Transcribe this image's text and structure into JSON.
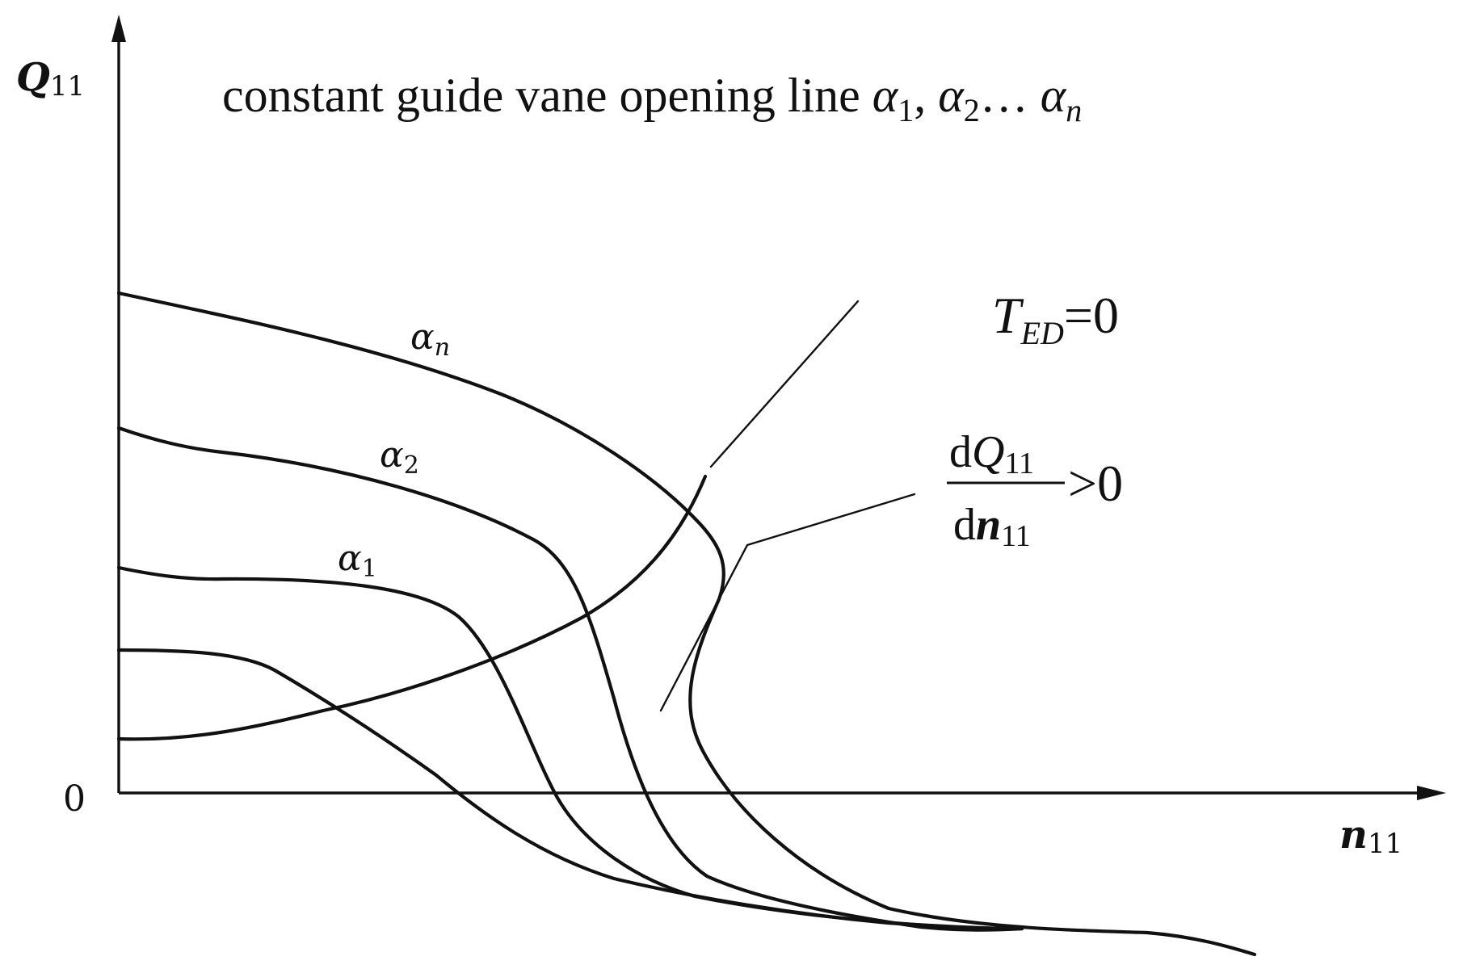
{
  "title": {
    "prefix": "constant guide vane opening line ",
    "symbol": "α",
    "sub1": "1",
    "sep": ", ",
    "sub2": "2",
    "ellipsis": "… ",
    "subn": "n"
  },
  "axes": {
    "y_label": "Q",
    "y_sub": "11",
    "x_label": "n",
    "x_sub": "11",
    "origin": "0"
  },
  "curve_labels": {
    "alpha_n": {
      "sym": "α",
      "sub": "n"
    },
    "alpha_2": {
      "sym": "α",
      "sub": "2"
    },
    "alpha_1": {
      "sym": "α",
      "sub": "1"
    }
  },
  "annotations": {
    "ted": {
      "T": "T",
      "sub": "ED",
      "rest": "=0"
    },
    "derivative": {
      "num_d": "d",
      "num_q": "Q",
      "num_sub": "11",
      "den_d": "d",
      "den_n": "n",
      "den_sub": "11",
      "rest": ">0"
    }
  },
  "colors": {
    "ink": "#111111",
    "background": "#ffffff"
  }
}
